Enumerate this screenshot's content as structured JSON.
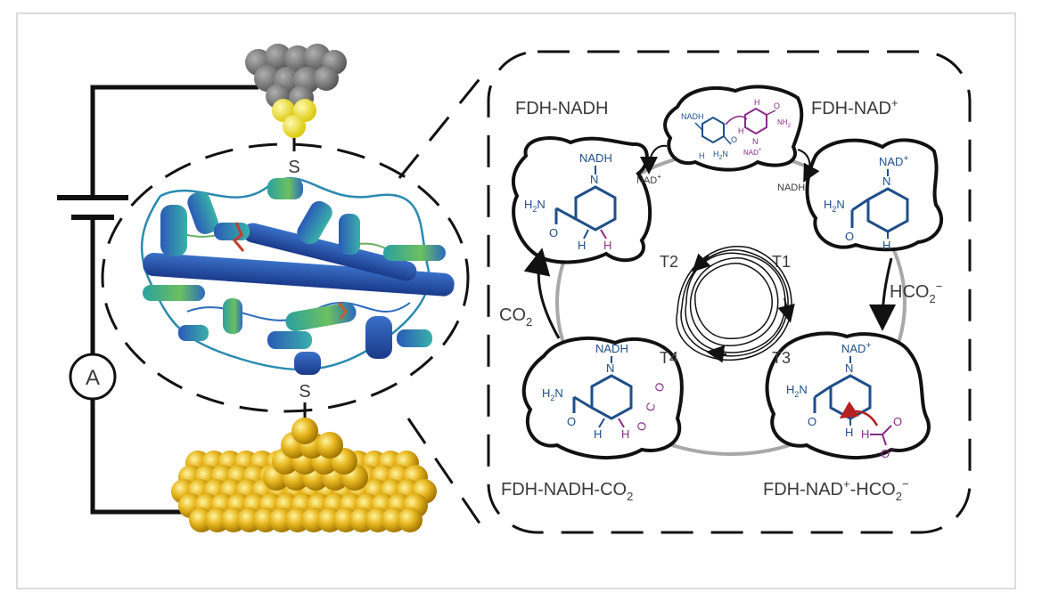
{
  "circuit": {
    "ammeter_label": "A",
    "thiol_top": "S",
    "thiol_bottom": "S"
  },
  "cycle": {
    "states": {
      "fdh_nadh": {
        "label_base": "FDH-NADH"
      },
      "fdh_nad": {
        "label_base": "FDH-NAD",
        "sup": "+"
      },
      "fdh_nad_hco2": {
        "label_base": "FDH-NAD",
        "sup1": "+",
        "mid": "-HCO",
        "sub": "2",
        "sup2": "−"
      },
      "fdh_nadh_co2": {
        "label_base": "FDH-NADH-CO",
        "sub": "2"
      }
    },
    "transitions": {
      "t1": "T1",
      "t2": "T2",
      "t3": "T3",
      "t4": "T4"
    },
    "arrows": {
      "hco2_base": "HCO",
      "hco2_sub": "2",
      "hco2_sup": "−",
      "co2_base": "CO",
      "co2_sub": "2",
      "nad_out": "NAD",
      "nad_out_sup": "+",
      "nadh_in": "NADH"
    },
    "molecule_text": {
      "nadh": "NADH",
      "nad": "NAD",
      "nad_sup": "+",
      "n_plus": "N",
      "h2n": "H",
      "h2n_sub": "2",
      "h2n_n": "N",
      "o": "O",
      "h": "H",
      "c": "C",
      "o_minus": "O",
      "minus": "−",
      "nh2": "NH",
      "nh2_sub": "2"
    }
  },
  "colors": {
    "gold": "#e0b020",
    "gold_dark": "#b88600",
    "tip_gray": "#7a7a7a",
    "tip_yellow": "#f2e21a",
    "nadh_blue": "#1e4f8a",
    "hydride_purple": "#8a2a8a",
    "arrow_red": "#b52020",
    "cycle_gray": "#a8a8a8"
  }
}
